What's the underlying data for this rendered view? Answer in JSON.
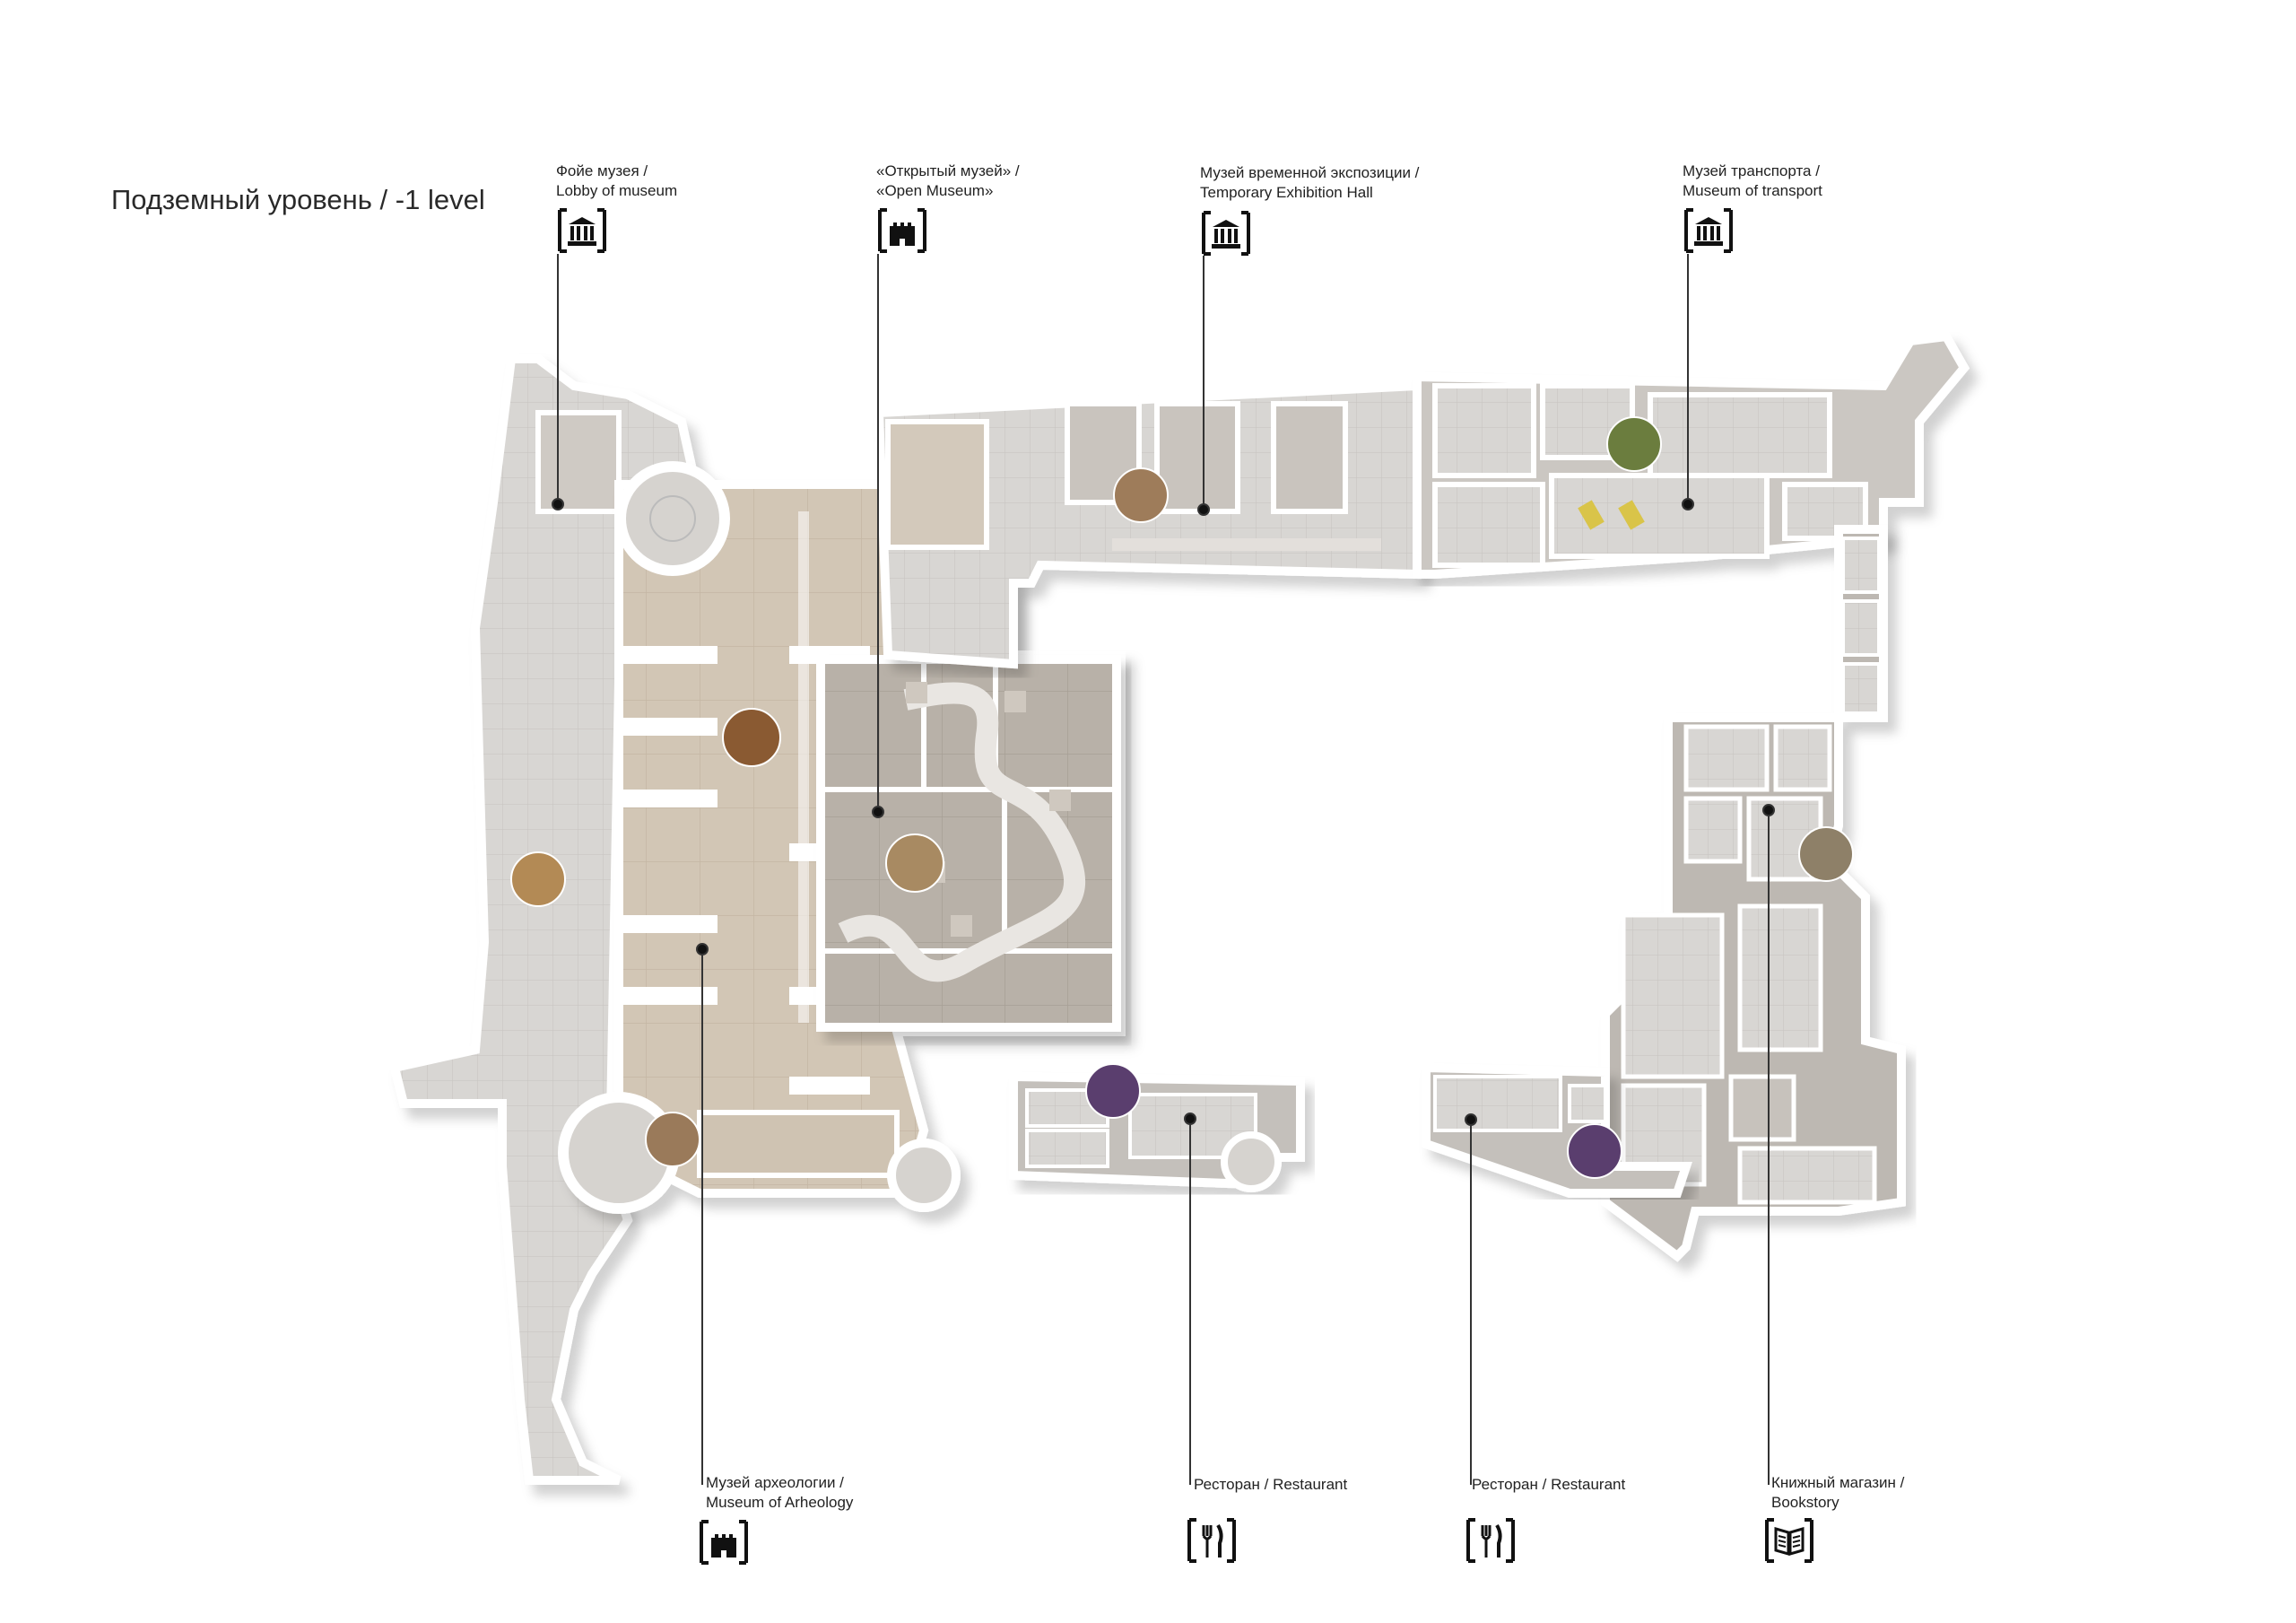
{
  "title": "Подземный уровень / -1 level",
  "callouts": [
    {
      "id": "lobby",
      "line1": "Фойе музея /",
      "line2": "Lobby of museum",
      "icon": "museum-icon"
    },
    {
      "id": "open-museum",
      "line1": "«Открытый музей» /",
      "line2": "«Open Museum»",
      "icon": "castle-icon"
    },
    {
      "id": "temporary",
      "line1": "Музей временной экспозиции /",
      "line2": "Temporary Exhibition Hall",
      "icon": "museum-icon"
    },
    {
      "id": "transport",
      "line1": "Музей транспорта /",
      "line2": "Museum of transport",
      "icon": "museum-icon"
    },
    {
      "id": "archeology",
      "line1": "Музей археологии /",
      "line2": "Museum of Arheology",
      "icon": "castle-icon"
    },
    {
      "id": "restaurant-1",
      "line1": "Ресторан / Restaurant",
      "line2": "",
      "icon": "fork-knife-icon"
    },
    {
      "id": "restaurant-2",
      "line1": "Ресторан / Restaurant",
      "line2": "",
      "icon": "fork-knife-icon"
    },
    {
      "id": "bookstore",
      "line1": "Книжный магазин /",
      "line2": "Bookstory",
      "icon": "book-icon"
    }
  ],
  "colors": {
    "floor_light": "#d9d6d2",
    "floor_warm": "#cbbfae",
    "floor_dark": "#b3aca4",
    "wall": "#ffffff",
    "line": "#333333"
  }
}
